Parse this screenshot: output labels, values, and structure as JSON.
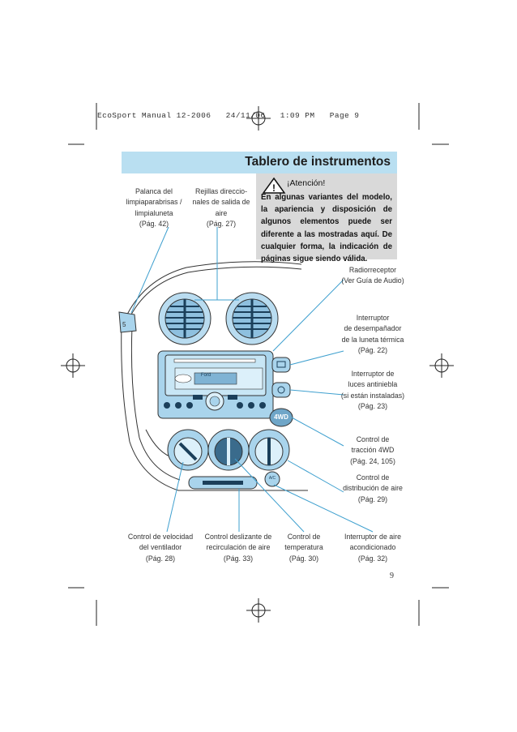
{
  "header": {
    "slug": "EcoSport Manual 12-2006   24/11/06   1:09 PM   Page 9"
  },
  "title": "Tablero de instrumentos",
  "warning": {
    "heading": "¡Atención!",
    "body": "En algunas variantes del modelo, la apariencia y disposición de algunos elementos puede ser diferente a las mostradas aquí. De cualquier forma, la indicación de páginas sigue siendo válida."
  },
  "labels": {
    "wiper": [
      "Palanca del",
      "limpiaparabrisas /",
      "limpialuneta",
      "(Pág. 42)"
    ],
    "vents": [
      "Rejillas direccio-",
      "nales de salida de",
      "aire",
      "(Pág. 27)"
    ],
    "radio": [
      "Radiorreceptor",
      "(Ver Guía de Audio)"
    ],
    "defrost": [
      "Interruptor",
      "de desempañador",
      "de la luneta térmica",
      "(Pág. 22)"
    ],
    "fog": [
      "Interruptor de",
      "luces antiniebla",
      "(si están instaladas)",
      "(Pág. 23)"
    ],
    "awd": [
      "Control de",
      "tracción 4WD",
      "(Pág. 24, 105)"
    ],
    "distribution": [
      "Control de",
      "distribución de aire",
      "(Pág. 29)"
    ],
    "fan": [
      "Control de velocidad",
      "del ventilador",
      "(Pág. 28)"
    ],
    "recirc": [
      "Control deslizante de",
      "recirculación de aire",
      "(Pág. 33)"
    ],
    "temp": [
      "Control de",
      "temperatura",
      "(Pág. 30)"
    ],
    "ac": [
      "Interruptor de aire",
      "acondicionado",
      "(Pág. 32)"
    ]
  },
  "dash": {
    "awd_label": "4WD",
    "ac_label": "A/C",
    "brand": "Ford"
  },
  "page_number": "9",
  "colors": {
    "title_bar": "#b9dff1",
    "warning_box": "#d9d9d9",
    "panel_blue": "#a9d4ec",
    "panel_dark": "#6fa6c8"
  }
}
